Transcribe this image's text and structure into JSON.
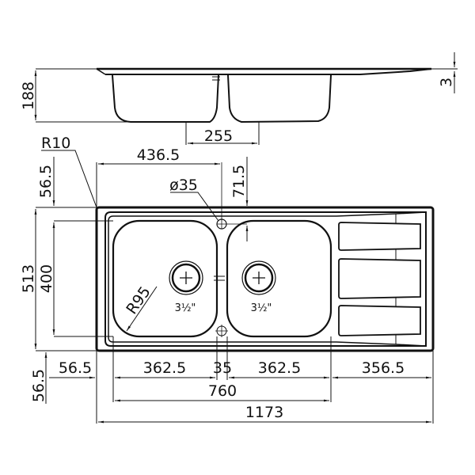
{
  "drawing": {
    "title": "Double bowl sink with drainer - technical drawing",
    "units": "mm",
    "colors": {
      "line": "#111111",
      "background": "#ffffff"
    }
  },
  "side_view": {
    "depth": "188",
    "rim_thickness": "3",
    "bowl_spacing": "255"
  },
  "top_view": {
    "corner_radius": "R10",
    "tap_hole_offset_x": "436.5",
    "tap_hole_diameter": "ø35",
    "tap_hole_offset_y": "71.5",
    "rim_offset_top": "56.5",
    "overall_depth": "513",
    "bowl_depth": "400",
    "bowl_corner_radius": "R95",
    "waste_left": "3½\"",
    "waste_right": "3½\"",
    "drainer_grooves": 3
  },
  "bottom_dims": {
    "rim_offset_bottom": "56.5",
    "left_margin": "56.5",
    "bowl_left_width": "362.5",
    "divider_width": "35",
    "bowl_right_width": "362.5",
    "drainer_width": "356.5",
    "bowls_total": "760",
    "overall_width": "1173"
  }
}
